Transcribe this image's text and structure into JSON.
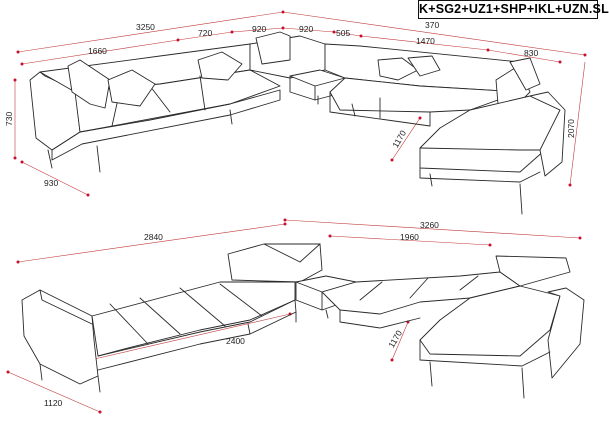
{
  "title": "K+SG2+UZ1+SHP+IKL+UZN.SL",
  "top_view": {
    "dims": {
      "overall_left": "3250",
      "overall_right": "370",
      "seg_1660": "1660",
      "seg_720": "720",
      "seg_920a": "920",
      "seg_920b": "920",
      "seg_505": "505",
      "seg_1470": "1470",
      "seg_830": "830",
      "height": "730",
      "depth_left": "930",
      "depth_right": "2070",
      "chaise": "1170"
    }
  },
  "bottom_view": {
    "dims": {
      "left_len": "2840",
      "right_len": "3260",
      "mid_len": "1960",
      "seat_len": "2400",
      "chaise": "1170",
      "depth": "1120"
    }
  },
  "colors": {
    "line": "#2a2a2a",
    "dimension": "#c23a3a",
    "tick": "#c8102e"
  }
}
